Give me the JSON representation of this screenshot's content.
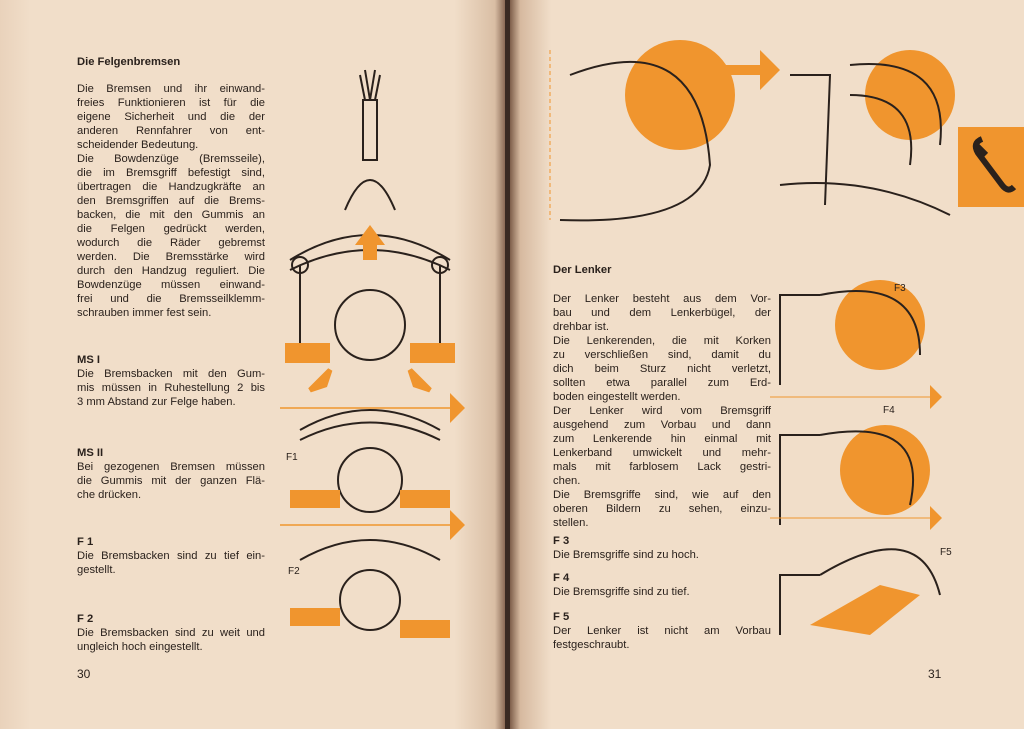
{
  "left_page": {
    "heading": "Die Felgenbremsen",
    "intro_lines": [
      "Die Bremsen und ihr einwand-",
      "freies Funktionieren ist für die",
      "eigene Sicherheit und die der",
      "anderen Rennfahrer von ent-",
      "scheidender Bedeutung.",
      "Die Bowdenzüge (Bremsseile),",
      "die im Bremsgriff befestigt sind,",
      "übertragen die Handzugkräfte an",
      "den Bremsgriffen auf die Brems-",
      "backen, die mit den Gummis an",
      "die Felgen gedrückt werden,",
      "wodurch die Räder gebremst",
      "werden. Die Bremsstärke wird",
      "durch den Handzug reguliert. Die",
      "Bowdenzüge müssen einwand-",
      "frei und die Bremsseilklemm-",
      "schrauben immer fest sein."
    ],
    "sections": [
      {
        "label": "MS I",
        "lines": [
          "Die Bremsbacken mit den Gum-",
          "mis müssen in Ruhestellung 2 bis",
          "3 mm Abstand zur Felge haben."
        ]
      },
      {
        "label": "MS II",
        "lines": [
          "Bei gezogenen Bremsen müssen",
          "die Gummis mit der ganzen Flä-",
          "che drücken."
        ]
      },
      {
        "label": "F 1",
        "lines": [
          "Die Bremsbacken sind zu tief ein-",
          "gestellt."
        ]
      },
      {
        "label": "F 2",
        "lines": [
          "Die Bremsbacken sind zu weit und",
          "ungleich hoch eingestellt."
        ]
      }
    ],
    "figure_labels": {
      "f1": "F1",
      "f2": "F2"
    },
    "page_number": "30"
  },
  "right_page": {
    "heading": "Der Lenker",
    "intro_lines": [
      "Der Lenker besteht aus dem Vor-",
      "bau und dem Lenkerbügel, der",
      "drehbar ist.",
      "Die Lenkerenden, die mit Korken",
      "zu verschließen sind, damit du",
      "dich beim Sturz nicht verletzt,",
      "sollten etwa parallel zum Erd-",
      "boden eingestellt werden.",
      "Der Lenker wird vom Bremsgriff",
      "ausgehend zum Vorbau und dann",
      "zum Lenkerende hin einmal mit",
      "Lenkerband umwickelt und mehr-",
      "mals mit farblosem Lack gestri-",
      "chen.",
      "Die Bremsgriffe sind, wie auf den",
      "oberen Bildern zu sehen, einzu-",
      "stellen."
    ],
    "sections": [
      {
        "label": "F 3",
        "lines": [
          "Die Bremsgriffe sind zu hoch."
        ]
      },
      {
        "label": "F 4",
        "lines": [
          "Die Bremsgriffe sind zu tief."
        ]
      },
      {
        "label": "F 5",
        "lines": [
          "Der Lenker ist nicht am Vorbau",
          "festgeschraubt."
        ]
      }
    ],
    "figure_labels": {
      "f3": "F3",
      "f4": "F4",
      "f5": "F5"
    },
    "page_number": "31"
  },
  "colors": {
    "accent": "#f0952e",
    "paper": "#f1dec9",
    "ink": "#2a211c"
  }
}
